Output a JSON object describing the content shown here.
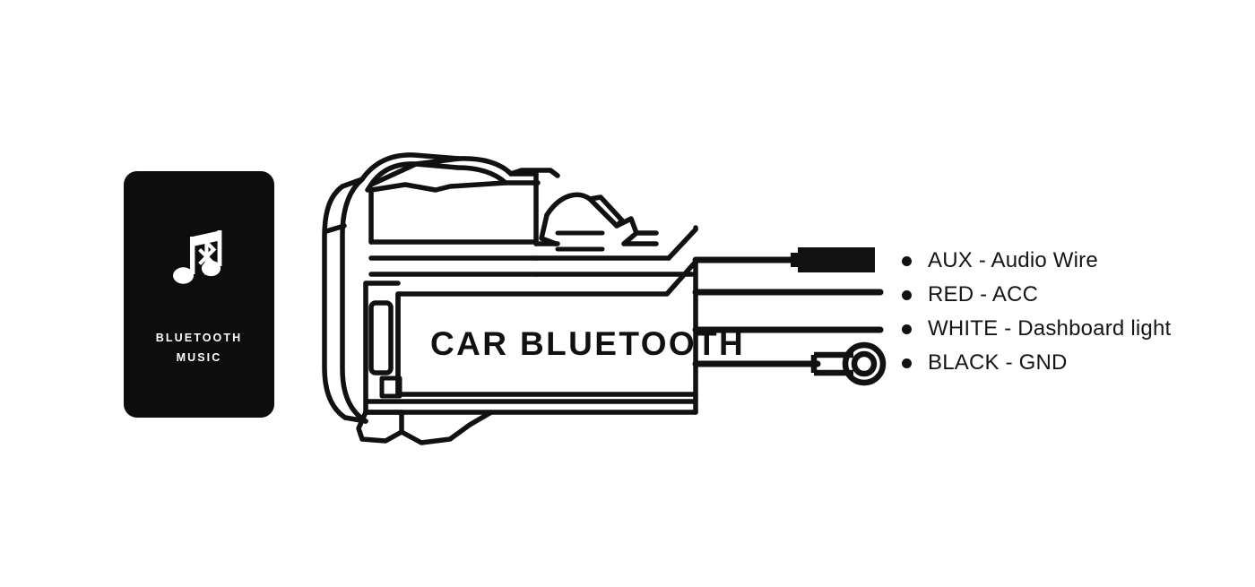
{
  "background_color": "#ffffff",
  "ink_color": "#111111",
  "button_panel": {
    "name": "bluetooth-music-button",
    "background_color": "#0d0d0d",
    "text_color": "#ffffff",
    "icon": "music-note-bluetooth-icon",
    "label_line1": "BLUETOOTH",
    "label_line2": "MUSIC"
  },
  "device": {
    "name": "car-bluetooth-module",
    "label": "CAR BLUETOOTH",
    "faceplate_slot": "indicator-slot",
    "connector": "wire-harness-connector"
  },
  "wires": [
    {
      "name": "aux-wire",
      "color_code": "AUX",
      "terminator": "audio-jack-plug",
      "label": "AUX - Audio Wire"
    },
    {
      "name": "red-wire",
      "color_code": "RED",
      "terminator": "bare-lead",
      "label": "RED - ACC"
    },
    {
      "name": "white-wire",
      "color_code": "WHITE",
      "terminator": "bare-lead",
      "label": "WHITE - Dashboard light"
    },
    {
      "name": "black-wire",
      "color_code": "BLACK",
      "terminator": "ring-terminal",
      "label": "BLACK - GND"
    }
  ]
}
